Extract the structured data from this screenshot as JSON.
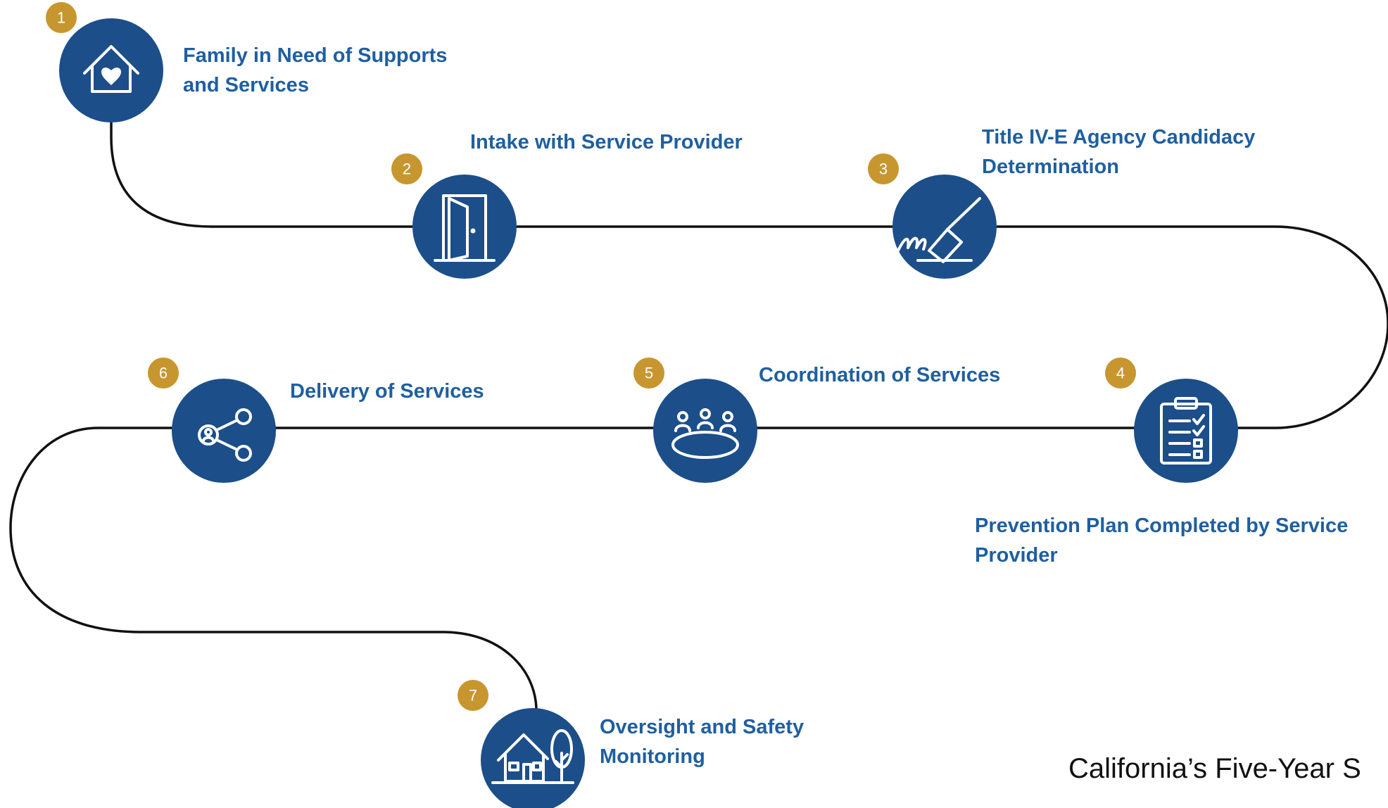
{
  "colors": {
    "circle": "#1c4e8a",
    "badge": "#c8962e",
    "label_text": "#1f5fa0",
    "path": "#111111"
  },
  "steps": [
    {
      "number": "1",
      "label_lines": [
        "Family in Need of Supports",
        "and Services"
      ],
      "icon": "house-heart-icon"
    },
    {
      "number": "2",
      "label_lines": [
        "Intake with Service Provider"
      ],
      "icon": "door-icon"
    },
    {
      "number": "3",
      "label_lines": [
        "Title IV-E Agency Candidacy",
        "Determination"
      ],
      "icon": "signature-pen-icon"
    },
    {
      "number": "4",
      "label_lines": [
        "Prevention Plan Completed by Service",
        "Provider"
      ],
      "icon": "clipboard-checklist-icon"
    },
    {
      "number": "5",
      "label_lines": [
        "Coordination of Services"
      ],
      "icon": "meeting-table-icon"
    },
    {
      "number": "6",
      "label_lines": [
        "Delivery of Services"
      ],
      "icon": "person-share-icon"
    },
    {
      "number": "7",
      "label_lines": [
        "Oversight and Safety",
        "Monitoring"
      ],
      "icon": "house-tree-icon"
    }
  ],
  "footer": "California’s Five-Year S"
}
